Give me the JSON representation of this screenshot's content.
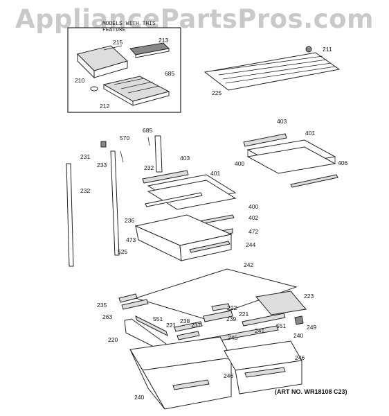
{
  "watermark": "AppliancePartsPros.com",
  "art_number": "(ART NO. WR18108 C23)",
  "box_caption": [
    "MODELS WITH THIS",
    "FEATURE"
  ],
  "callouts": {
    "c215": "215",
    "c213": "213",
    "c210": "210",
    "c685a": "685",
    "c212": "212",
    "c211": "211",
    "c225": "225",
    "c403a": "403",
    "c401a": "401",
    "c400a": "400",
    "c406": "406",
    "c685b": "685",
    "c570": "570",
    "c231": "231",
    "c233": "233",
    "c232a": "232",
    "c232b": "232",
    "c403b": "403",
    "c401b": "401",
    "c400b": "400",
    "c402": "402",
    "c236": "236",
    "c472": "472",
    "c473": "473",
    "c525": "525",
    "c244": "244",
    "c242": "242",
    "c235": "235",
    "c223": "223",
    "c222": "222",
    "c263": "263",
    "c551a": "551",
    "c221a": "221",
    "c221b": "221",
    "c238": "238",
    "c237": "237",
    "c239": "239",
    "c551b": "551",
    "c249": "249",
    "c241": "241",
    "c240a": "240",
    "c220": "220",
    "c245": "245",
    "c246a": "246",
    "c246b": "246",
    "c240b": "240"
  },
  "icons": [
    "refrigerator-shelf-parts-diagram"
  ]
}
